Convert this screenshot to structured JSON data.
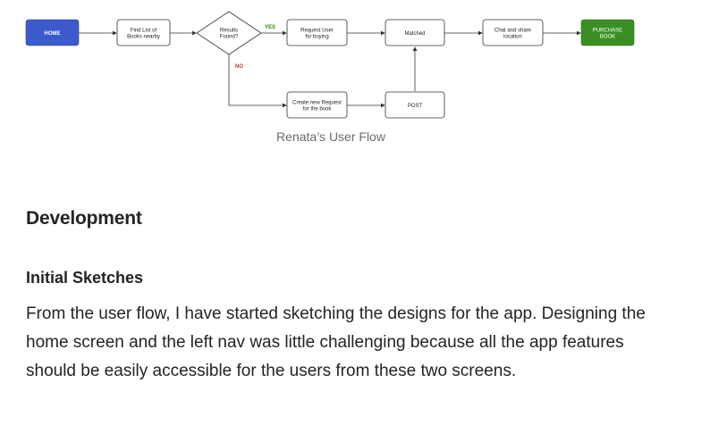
{
  "diagram": {
    "nodes": {
      "home": [
        "HOME"
      ],
      "find": [
        "Find List of",
        "Books nearby"
      ],
      "results": [
        "Results",
        "Found?"
      ],
      "request": [
        "Request User",
        "for buying"
      ],
      "matched": [
        "Matched"
      ],
      "chat": [
        "Chat and share",
        "location"
      ],
      "purchase": [
        "PURCHASE",
        "BOOK"
      ],
      "create": [
        "Create new Request",
        "for the book"
      ],
      "post": [
        "POST"
      ]
    },
    "edge_labels": {
      "yes": "YES",
      "no": "NO"
    },
    "colors": {
      "home": "#3b5bcc",
      "purchase": "#3a8f23",
      "yes": "#2e8b00",
      "no": "#c0392b",
      "stroke": "#333333"
    }
  },
  "caption": "Renata’s User Flow",
  "section_title": "Development",
  "subsection_title": "Initial Sketches",
  "paragraph": "From the user flow, I have started sketching the designs for the app. Designing the home screen and the left nav was little challenging because all the app features should be easily accessible for the users from these two screens."
}
